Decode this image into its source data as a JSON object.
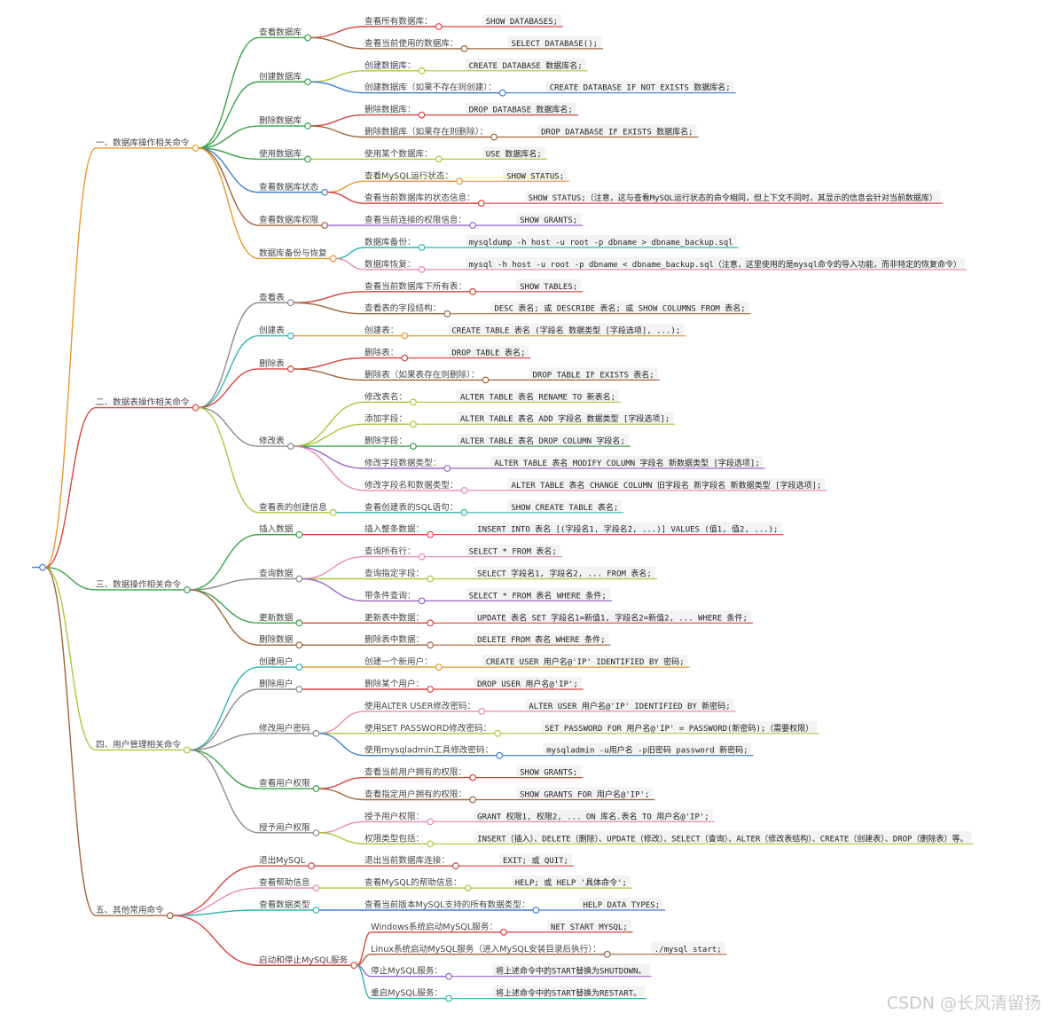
{
  "colors": {
    "green": "#3aa24a",
    "red": "#d64540",
    "blue": "#3e7fd1",
    "orange": "#e8982e",
    "lime": "#a7c93a",
    "pink": "#e88ab8",
    "teal": "#2fb5b0",
    "purple": "#9a63c7",
    "brown": "#a0643d",
    "gray": "#8c8c8c",
    "dark": "#555555"
  },
  "watermark": "CSDN @长风清留扬",
  "tree": [
    {
      "label": "一、数据库操作相关命令",
      "color": "orange",
      "children": [
        {
          "label": "查看数据库",
          "color": "green",
          "children": [
            {
              "label": "查看所有数据库：",
              "color": "red",
              "cmd": "SHOW DATABASES;"
            },
            {
              "label": "查看当前使用的数据库：",
              "color": "brown",
              "cmd": "SELECT DATABASE();"
            }
          ]
        },
        {
          "label": "创建数据库",
          "color": "green",
          "children": [
            {
              "label": "创建数据库：",
              "color": "lime",
              "cmd": "CREATE DATABASE 数据库名;"
            },
            {
              "label": "创建数据库（如果不存在则创建）：",
              "color": "blue",
              "cmd": "CREATE DATABASE IF NOT EXISTS 数据库名;"
            }
          ]
        },
        {
          "label": "删除数据库",
          "color": "green",
          "children": [
            {
              "label": "删除数据库：",
              "color": "red",
              "cmd": "DROP DATABASE 数据库名;"
            },
            {
              "label": "删除数据库（如果存在则删除）：",
              "color": "brown",
              "cmd": "DROP DATABASE IF EXISTS 数据库名;"
            }
          ]
        },
        {
          "label": "使用数据库",
          "color": "green",
          "children": [
            {
              "label": "使用某个数据库：",
              "color": "lime",
              "cmd": "USE 数据库名;"
            }
          ]
        },
        {
          "label": "查看数据库状态",
          "color": "blue",
          "children": [
            {
              "label": "查看MySQL运行状态：",
              "color": "orange",
              "cmd": "SHOW STATUS;"
            },
            {
              "label": "查看当前数据库的状态信息：",
              "color": "red",
              "cmd": "SHOW STATUS;（注意，这与查看MySQL运行状态的命令相同，但上下文不同时，其显示的信息会针对当前数据库）"
            }
          ]
        },
        {
          "label": "查看数据库权限",
          "color": "brown",
          "children": [
            {
              "label": "查看当前连接的权限信息：",
              "color": "purple",
              "cmd": "SHOW GRANTS;"
            }
          ]
        },
        {
          "label": "数据库备份与恢复",
          "color": "orange",
          "children": [
            {
              "label": "数据库备份：",
              "color": "teal",
              "cmd": "mysqldump -h host -u root -p dbname > dbname_backup.sql"
            },
            {
              "label": "数据库恢复：",
              "color": "pink",
              "cmd": "mysql -h host -u root -p dbname < dbname_backup.sql（注意，这里使用的是mysql命令的导入功能，而非特定的恢复命令）"
            }
          ]
        }
      ]
    },
    {
      "label": "二、数据表操作相关命令",
      "color": "red",
      "children": [
        {
          "label": "查看表",
          "color": "gray",
          "children": [
            {
              "label": "查看当前数据库下所有表：",
              "color": "red",
              "cmd": "SHOW TABLES;"
            },
            {
              "label": "查看表的字段结构：",
              "color": "brown",
              "cmd": "DESC 表名; 或 DESCRIBE 表名; 或 SHOW COLUMNS FROM 表名;"
            }
          ]
        },
        {
          "label": "创建表",
          "color": "teal",
          "children": [
            {
              "label": "创建表：",
              "color": "orange",
              "cmd": "CREATE TABLE 表名 (字段名 数据类型 [字段选项], ...);"
            }
          ]
        },
        {
          "label": "删除表",
          "color": "red",
          "children": [
            {
              "label": "删除表：",
              "color": "red",
              "cmd": "DROP TABLE 表名;"
            },
            {
              "label": "删除表（如果表存在则删除）：",
              "color": "brown",
              "cmd": "DROP TABLE IF EXISTS 表名;"
            }
          ]
        },
        {
          "label": "修改表",
          "color": "gray",
          "children": [
            {
              "label": "修改表名：",
              "color": "lime",
              "cmd": "ALTER TABLE 表名 RENAME TO 新表名;"
            },
            {
              "label": "添加字段：",
              "color": "lime",
              "cmd": "ALTER TABLE 表名 ADD 字段名 数据类型 [字段选项];"
            },
            {
              "label": "删除字段：",
              "color": "green",
              "cmd": "ALTER TABLE 表名 DROP COLUMN 字段名;"
            },
            {
              "label": "修改字段数据类型：",
              "color": "purple",
              "cmd": "ALTER TABLE 表名 MODIFY COLUMN 字段名 新数据类型 [字段选项];"
            },
            {
              "label": "修改字段名和数据类型：",
              "color": "pink",
              "cmd": "ALTER TABLE 表名 CHANGE COLUMN 旧字段名 新字段名 新数据类型 [字段选项];"
            }
          ]
        },
        {
          "label": "查看表的创建信息",
          "color": "lime",
          "children": [
            {
              "label": "查看创建表的SQL语句：",
              "color": "teal",
              "cmd": "SHOW CREATE TABLE 表名;"
            }
          ]
        }
      ]
    },
    {
      "label": "三、数据操作相关命令",
      "color": "green",
      "children": [
        {
          "label": "插入数据",
          "color": "green",
          "children": [
            {
              "label": "插入整条数据：",
              "color": "red",
              "cmd": "INSERT INTO 表名 [(字段名1, 字段名2, ...)] VALUES (值1, 值2, ...);"
            }
          ]
        },
        {
          "label": "查询数据",
          "color": "gray",
          "children": [
            {
              "label": "查询所有行：",
              "color": "pink",
              "cmd": "SELECT * FROM 表名;"
            },
            {
              "label": "查询指定字段：",
              "color": "lime",
              "cmd": "SELECT 字段名1, 字段名2, ... FROM 表名;"
            },
            {
              "label": "带条件查询：",
              "color": "purple",
              "cmd": "SELECT * FROM 表名 WHERE 条件;"
            }
          ]
        },
        {
          "label": "更新数据",
          "color": "green",
          "children": [
            {
              "label": "更新表中数据：",
              "color": "red",
              "cmd": "UPDATE 表名 SET 字段名1=新值1, 字段名2=新值2, ... WHERE 条件;"
            }
          ]
        },
        {
          "label": "删除数据",
          "color": "brown",
          "children": [
            {
              "label": "删除表中数据：",
              "color": "brown",
              "cmd": "DELETE FROM 表名 WHERE 条件;"
            }
          ]
        }
      ]
    },
    {
      "label": "四、用户管理相关命令",
      "color": "lime",
      "children": [
        {
          "label": "创建用户",
          "color": "teal",
          "children": [
            {
              "label": "创建一个新用户：",
              "color": "orange",
              "cmd": "CREATE USER 用户名@'IP' IDENTIFIED BY 密码;"
            }
          ]
        },
        {
          "label": "删除用户",
          "color": "gray",
          "children": [
            {
              "label": "删除某个用户：",
              "color": "red",
              "cmd": "DROP USER 用户名@'IP';"
            }
          ]
        },
        {
          "label": "修改用户密码",
          "color": "gray",
          "children": [
            {
              "label": "使用ALTER USER修改密码：",
              "color": "pink",
              "cmd": "ALTER USER 用户名@'IP' IDENTIFIED BY 新密码;"
            },
            {
              "label": "使用SET PASSWORD修改密码：",
              "color": "lime",
              "cmd": "SET PASSWORD FOR 用户名@'IP' = PASSWORD(新密码);（需要权限）"
            },
            {
              "label": "使用mysqladmin工具修改密码：",
              "color": "blue",
              "cmd": "mysqladmin -u用户名 -p旧密码 password 新密码;"
            }
          ]
        },
        {
          "label": "查看用户权限",
          "color": "green",
          "children": [
            {
              "label": "查看当前用户拥有的权限：",
              "color": "red",
              "cmd": "SHOW GRANTS;"
            },
            {
              "label": "查看指定用户拥有的权限：",
              "color": "brown",
              "cmd": "SHOW GRANTS FOR 用户名@'IP';"
            }
          ]
        },
        {
          "label": "授予用户权限",
          "color": "gray",
          "children": [
            {
              "label": "授予用户权限：",
              "color": "pink",
              "cmd": "GRANT 权限1, 权限2, ... ON 库名.表名 TO 用户名@'IP';"
            },
            {
              "label": "权限类型包括：",
              "color": "lime",
              "cmd": "INSERT（插入）、DELETE（删除）、UPDATE（修改）、SELECT（查询）、ALTER（修改表结构）、CREATE（创建表）、DROP（删除表）等。"
            }
          ]
        }
      ]
    },
    {
      "label": "五、其他常用命令",
      "color": "brown",
      "children": [
        {
          "label": "退出MySQL",
          "color": "red",
          "children": [
            {
              "label": "退出当前数据库连接：",
              "color": "red",
              "cmd": "EXIT; 或 QUIT;"
            }
          ]
        },
        {
          "label": "查看帮助信息",
          "color": "pink",
          "children": [
            {
              "label": "查看MySQL的帮助信息：",
              "color": "lime",
              "cmd": "HELP; 或 HELP '具体命令';"
            }
          ]
        },
        {
          "label": "查看数据类型",
          "color": "teal",
          "children": [
            {
              "label": "查看当前版本MySQL支持的所有数据类型：",
              "color": "blue",
              "cmd": "HELP DATA TYPES;"
            }
          ]
        },
        {
          "label": "启动和停止MySQL服务",
          "color": "red",
          "children": [
            {
              "label": "Windows系统启动MySQL服务：",
              "color": "red",
              "cmd": "NET START MYSQL;"
            },
            {
              "label": "Linux系统启动MySQL服务（进入MySQL安装目录后执行）：",
              "color": "brown",
              "cmd": "./mysql start;"
            },
            {
              "label": "停止MySQL服务：",
              "color": "purple",
              "cmd": "将上述命令中的START替换为SHUTDOWN。"
            },
            {
              "label": "重启MySQL服务：",
              "color": "teal",
              "cmd": "将上述命令中的START替换为RESTART。"
            }
          ]
        }
      ]
    }
  ]
}
